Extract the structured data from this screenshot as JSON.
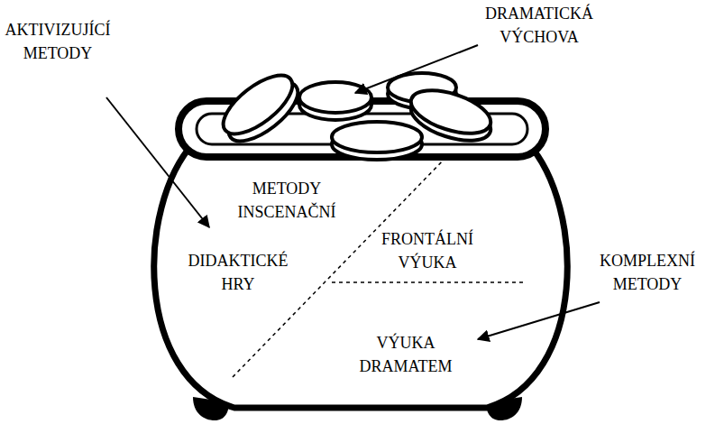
{
  "diagram": {
    "labels": [
      "AKTIVIZUJÍCÍ METODY",
      "DRAMATICKÁ VÝCHOVA",
      "METODY INSCENAČNÍ",
      "FRONTÁLNÍ VÝUKA",
      "DIDAKTICKÉ HRY",
      "KOMPLEXNÍ METODY",
      "VÝUKA DRAMATEM"
    ]
  }
}
